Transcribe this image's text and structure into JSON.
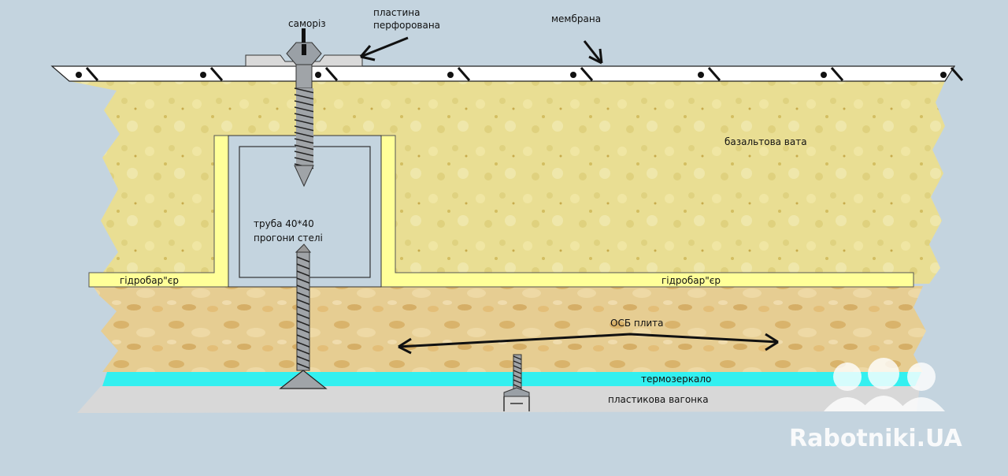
{
  "labels": {
    "screw_top": "саморіз",
    "plate_line1": "пластина",
    "plate_line2": "перфорована",
    "membrane": "мембрана",
    "basalt": "базальтова вата",
    "pipe_line1": "труба 40*40",
    "pipe_line2": "прогони стелі",
    "hydro_left": "гідробар\"єр",
    "hydro_right": "гідробар\"єр",
    "osb": "ОСБ плита",
    "thermo": "термозеркало",
    "plastic": "пластикова вагонка"
  },
  "watermark": {
    "text": "Rabotniki.UA"
  },
  "colors": {
    "background": "#c4d4df",
    "membrane": "#ffffff",
    "basalt": "#e8dc8e",
    "hydro": "#ffff99",
    "osb": "#e3c98c",
    "thermo": "#33f0f0",
    "plastic": "#d9d9d9",
    "pipe": "#c4d4df",
    "ink": "#111111"
  }
}
